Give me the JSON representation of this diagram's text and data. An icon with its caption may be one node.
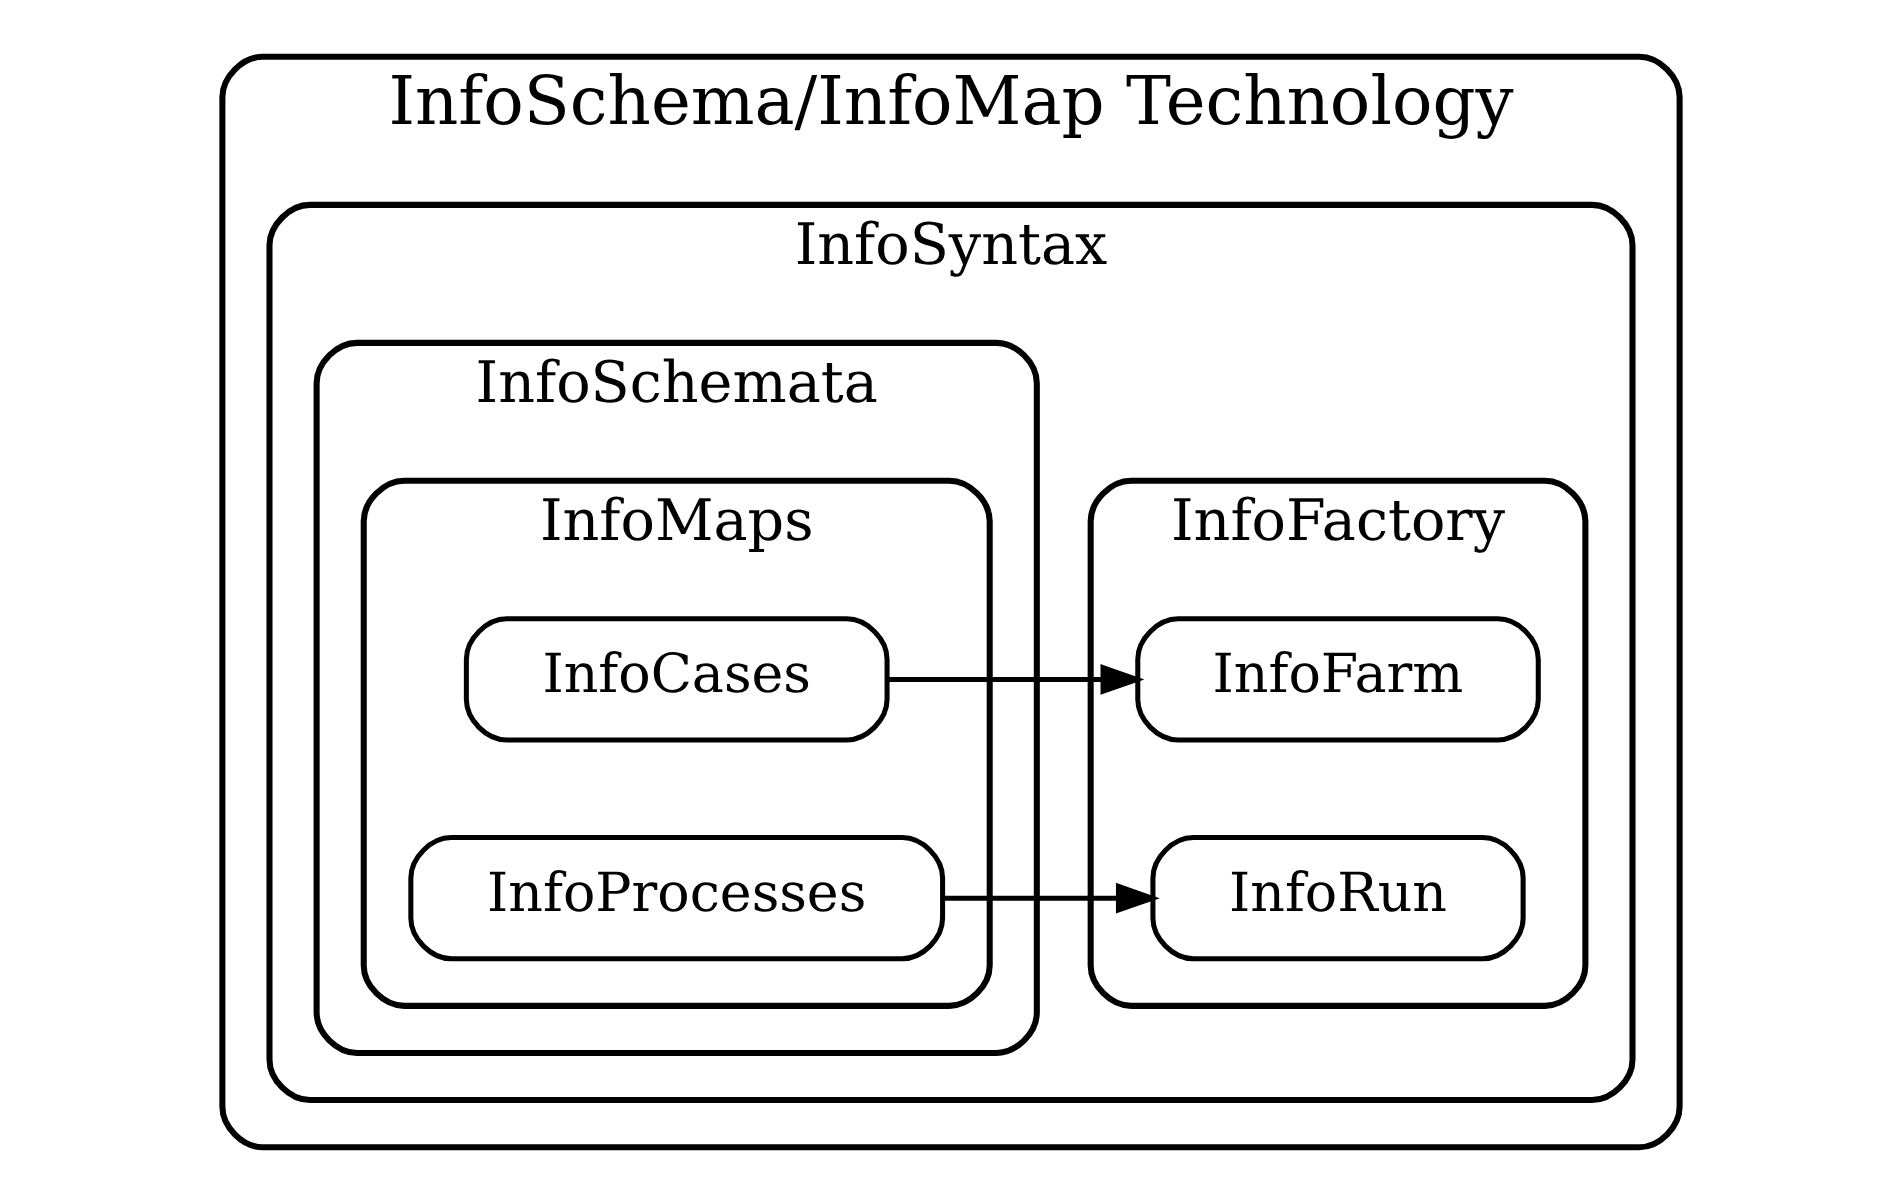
{
  "diagram": {
    "nodes": [
      {
        "text": [
          "InfoSchema/InfoMap Technology"
        ]
      },
      {
        "text": [
          "InfoSyntax"
        ],
        "in": 0
      },
      {
        "text": [
          "InfoSchemata"
        ],
        "in": 1
      },
      {
        "text": [
          "InfoMaps"
        ],
        "in": 2
      },
      {
        "text": [
          "InfoCases"
        ],
        "in": 3
      },
      {
        "text": [
          "InfoProcesses"
        ],
        "in": 3
      },
      {
        "text": [
          "InfoFactory"
        ],
        "in": 1
      },
      {
        "text": [
          "InfoFarm"
        ],
        "in": 6
      },
      {
        "text": [
          "InfoRun"
        ],
        "in": 6
      }
    ],
    "edges": [
      {
        "from": 4,
        "to": 7,
        "arrow": "to"
      },
      {
        "from": 5,
        "to": 8,
        "arrow": "to"
      }
    ]
  }
}
